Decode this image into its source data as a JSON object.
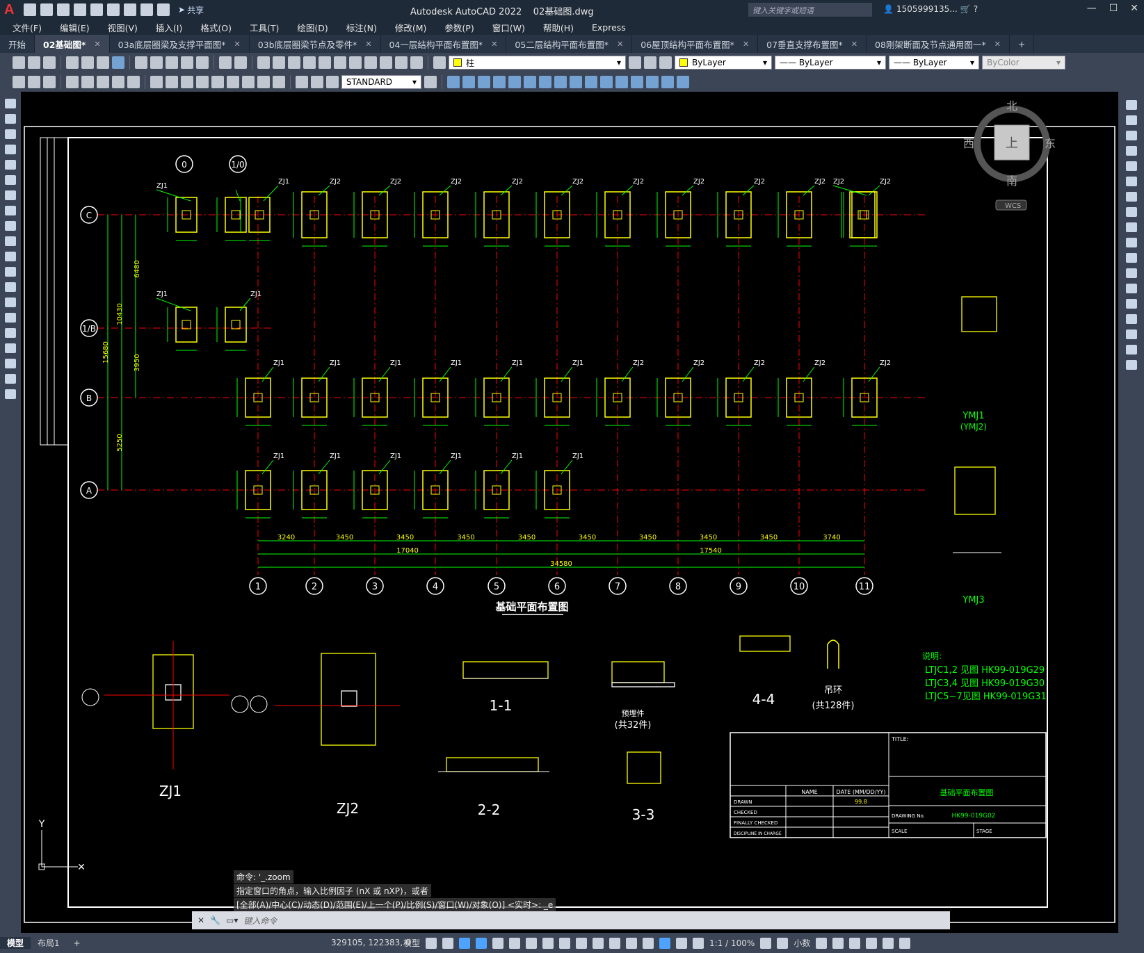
{
  "app": {
    "logo": "A",
    "title": "Autodesk AutoCAD 2022",
    "filename": "02基础图.dwg",
    "share_label": "共享",
    "search_placeholder": "键入关键字或短语",
    "user": "1505999135...",
    "accent": "#e33"
  },
  "menu": [
    "文件(F)",
    "编辑(E)",
    "视图(V)",
    "插入(I)",
    "格式(O)",
    "工具(T)",
    "绘图(D)",
    "标注(N)",
    "修改(M)",
    "参数(P)",
    "窗口(W)",
    "帮助(H)",
    "Express"
  ],
  "tabs": [
    {
      "label": "开始",
      "active": false
    },
    {
      "label": "02基础图*",
      "active": true
    },
    {
      "label": "03a底层圈梁及支撑平面图*",
      "active": false
    },
    {
      "label": "03b底层圈梁节点及零件*",
      "active": false
    },
    {
      "label": "04一层结构平面布置图*",
      "active": false
    },
    {
      "label": "05二层结构平面布置图*",
      "active": false
    },
    {
      "label": "06屋顶结构平面布置图*",
      "active": false
    },
    {
      "label": "07垂直支撑布置图*",
      "active": false
    },
    {
      "label": "08刚架断面及节点通用图一*",
      "active": false
    }
  ],
  "toolbar": {
    "layer": "柱",
    "color": "ByLayer",
    "linetype": "ByLayer",
    "lineweight": "ByLayer",
    "plotstyle": "ByColor",
    "textstyle": "STANDARD"
  },
  "viewcube": {
    "north": "北",
    "south": "南",
    "west": "西",
    "east": "东",
    "top": "上",
    "wcs": "WCS"
  },
  "drawing": {
    "plan_title": "基础平面布置图",
    "axes_numbers": [
      "1",
      "2",
      "3",
      "4",
      "5",
      "6",
      "7",
      "8",
      "9",
      "10",
      "11"
    ],
    "axes_letters": [
      "C",
      "1/B",
      "B",
      "A"
    ],
    "axis_top": [
      "0",
      "1/0"
    ],
    "spans": [
      "3240",
      "3450",
      "3450",
      "3450",
      "3450",
      "3450",
      "3450",
      "3450",
      "3450",
      "3740"
    ],
    "sub_totals": [
      "17040",
      "17540"
    ],
    "total": "34580",
    "vdims": [
      "6480",
      "3950",
      "5250",
      "10430",
      "15680"
    ],
    "footing_label": "ZJ1",
    "footing_label2": "ZJ2",
    "section_labels": [
      "ZJ1",
      "ZJ2",
      "1-1",
      "2-2",
      "3-3",
      "4-4"
    ],
    "notes_title": "说明:",
    "notes": [
      "LTJC1,2 见图 HK99-019G29",
      "LTJC3,4 见图 HK99-019G30",
      "LTJC5~7见图 HK99-019G31"
    ],
    "part_labels": [
      "YMJ1",
      "(YMJ2)",
      "YMJ3",
      "吊环",
      "(共128件)",
      "预埋件",
      "(共32件)"
    ],
    "titleblock": {
      "title_label": "TITLE:",
      "name": "NAME",
      "date": "DATE (MM/DD/YY)",
      "drawn": "DRAWN",
      "drawn_date": "99.8",
      "checked": "CHECKED",
      "finally": "FINALLY CHECKED",
      "discipline": "DISCIPLINE IN CHARGE",
      "drawing_title": "基础平面布置图",
      "drawing_no_label": "DRAWING No.",
      "drawing_no": "HK99-019G02",
      "scale": "SCALE",
      "stage": "STAGE"
    }
  },
  "command": {
    "history": [
      "命令: '_.zoom",
      "指定窗口的角点，输入比例因子 (nX 或 nXP)，或者",
      "[全部(A)/中心(C)/动态(D)/范围(E)/上一个(P)/比例(S)/窗口(W)/对象(O)] <实时>: _e"
    ],
    "placeholder": "键入命令"
  },
  "status": {
    "layouts": [
      {
        "label": "模型",
        "active": true
      },
      {
        "label": "布局1",
        "active": false
      }
    ],
    "coords": "329105, 122383, 0",
    "mode": "模型",
    "scale": "1:1 / 100%",
    "units": "小数"
  },
  "colors": {
    "canvas": "#000000",
    "green": "#00ff00",
    "yellow": "#ffff00",
    "red": "#ff0000",
    "white": "#ffffff"
  }
}
